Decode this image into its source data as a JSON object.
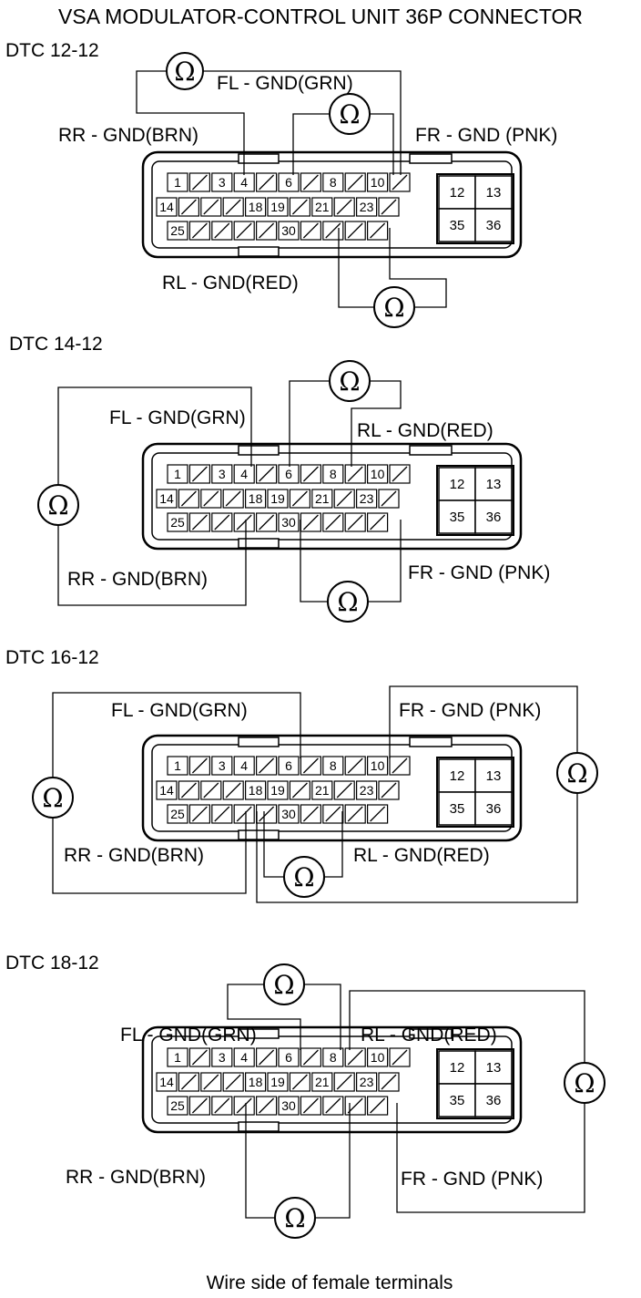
{
  "title": "VSA MODULATOR-CONTROL UNIT 36P CONNECTOR",
  "footer": "Wire side of female terminals",
  "ohm_symbol": "Ω",
  "connector": {
    "row1": [
      "1",
      "",
      "3",
      "4",
      "",
      "6",
      "",
      "8",
      "",
      "10",
      ""
    ],
    "row2": [
      "14",
      "",
      "",
      "",
      "18",
      "19",
      "",
      "21",
      "",
      "23",
      ""
    ],
    "row3": [
      "25",
      "",
      "",
      "",
      "",
      "30",
      "",
      "",
      "",
      ""
    ],
    "block": [
      "12",
      "13",
      "35",
      "36"
    ]
  },
  "panels": [
    {
      "dtc": "DTC 12-12",
      "labels": {
        "fl": "FL - GND(GRN)",
        "rr": "RR - GND(BRN)",
        "fr": "FR - GND (PNK)",
        "rl": "RL - GND(RED)"
      }
    },
    {
      "dtc": "DTC 14-12",
      "labels": {
        "fl": "FL - GND(GRN)",
        "rl": "RL - GND(RED)",
        "rr": "RR - GND(BRN)",
        "fr": "FR - GND (PNK)"
      }
    },
    {
      "dtc": "DTC 16-12",
      "labels": {
        "fl": "FL - GND(GRN)",
        "fr": "FR - GND (PNK)",
        "rr": "RR - GND(BRN)",
        "rl": "RL - GND(RED)"
      }
    },
    {
      "dtc": "DTC 18-12",
      "labels": {
        "fl": "FL - GND(GRN)",
        "rl": "RL - GND(RED)",
        "rr": "RR - GND(BRN)",
        "fr": "FR - GND (PNK)"
      }
    }
  ]
}
